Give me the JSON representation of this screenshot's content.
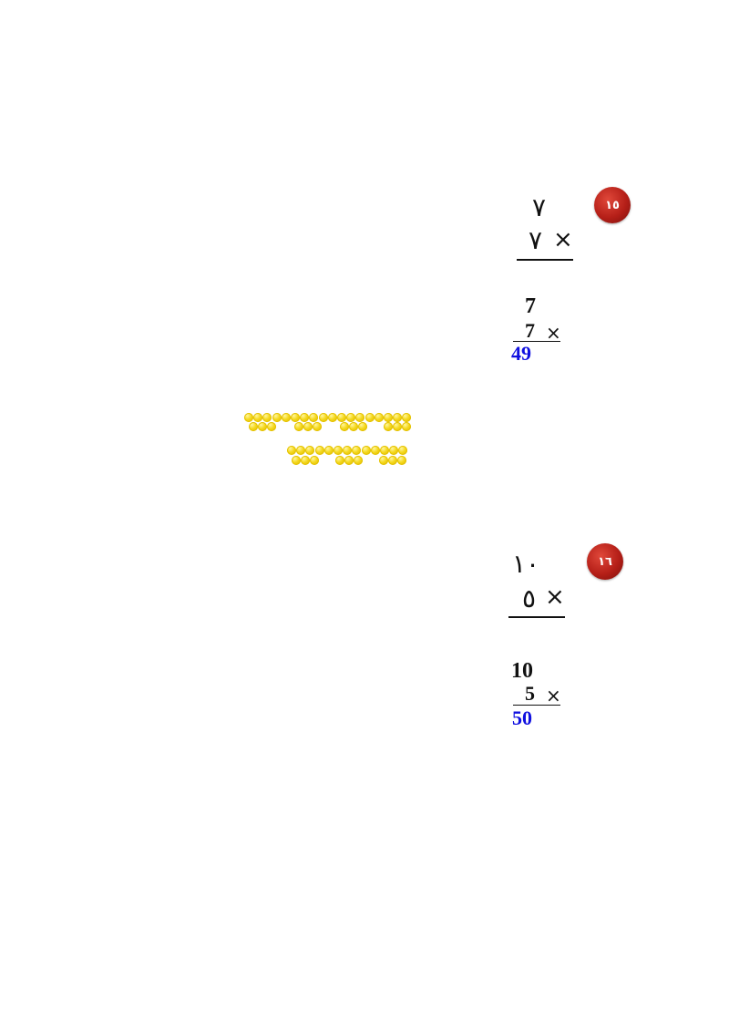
{
  "problems": [
    {
      "badge": "١٥",
      "arabic_top": "٧",
      "arabic_bottom": "٧",
      "operator": "×",
      "latin_top": "7",
      "latin_bottom": "7",
      "latin_result": "49"
    },
    {
      "badge": "١٦",
      "arabic_top": "١٠",
      "arabic_bottom": "٥",
      "operator": "×",
      "latin_top": "10",
      "latin_bottom": "5",
      "latin_result": "50"
    }
  ],
  "colors": {
    "answer": "#1010e0",
    "badge": "#b51f18",
    "beads": "#f5d81c"
  }
}
